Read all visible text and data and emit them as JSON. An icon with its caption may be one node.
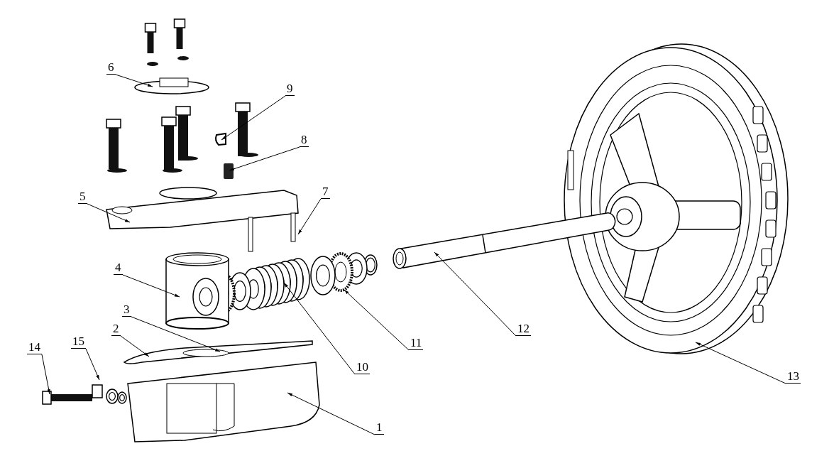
{
  "diagram": {
    "nodes": [
      {
        "text": [
          "6"
        ]
      },
      {
        "text": [
          "9"
        ]
      },
      {
        "text": [
          "8"
        ]
      },
      {
        "text": [
          "5"
        ]
      },
      {
        "text": [
          "7"
        ]
      },
      {
        "text": [
          "4"
        ]
      },
      {
        "text": [
          "3"
        ]
      },
      {
        "text": [
          "12"
        ]
      },
      {
        "text": [
          "2"
        ]
      },
      {
        "text": [
          "15"
        ]
      },
      {
        "text": [
          "11"
        ]
      },
      {
        "text": [
          "14"
        ]
      },
      {
        "text": [
          "10"
        ]
      },
      {
        "text": [
          "13"
        ]
      },
      {
        "text": [
          "1"
        ]
      }
    ],
    "edges": [
      {
        "from": 0,
        "to": null,
        "arrow": "to"
      },
      {
        "from": 1,
        "to": null,
        "arrow": "to"
      },
      {
        "from": 2,
        "to": null,
        "arrow": "to"
      },
      {
        "from": 3,
        "to": null,
        "arrow": "to"
      },
      {
        "from": 4,
        "to": null,
        "arrow": "to"
      },
      {
        "from": 5,
        "to": null,
        "arrow": "to"
      },
      {
        "from": 6,
        "to": null,
        "arrow": "to"
      },
      {
        "from": 7,
        "to": null,
        "arrow": "to"
      },
      {
        "from": 8,
        "to": null,
        "arrow": "to"
      },
      {
        "from": 9,
        "to": null,
        "arrow": "to"
      },
      {
        "from": 10,
        "to": null,
        "arrow": "to"
      },
      {
        "from": 11,
        "to": null,
        "arrow": "to"
      },
      {
        "from": 12,
        "to": null,
        "arrow": "to"
      },
      {
        "from": 13,
        "to": null,
        "arrow": "to"
      },
      {
        "from": 14,
        "to": null,
        "arrow": "to"
      }
    ]
  }
}
